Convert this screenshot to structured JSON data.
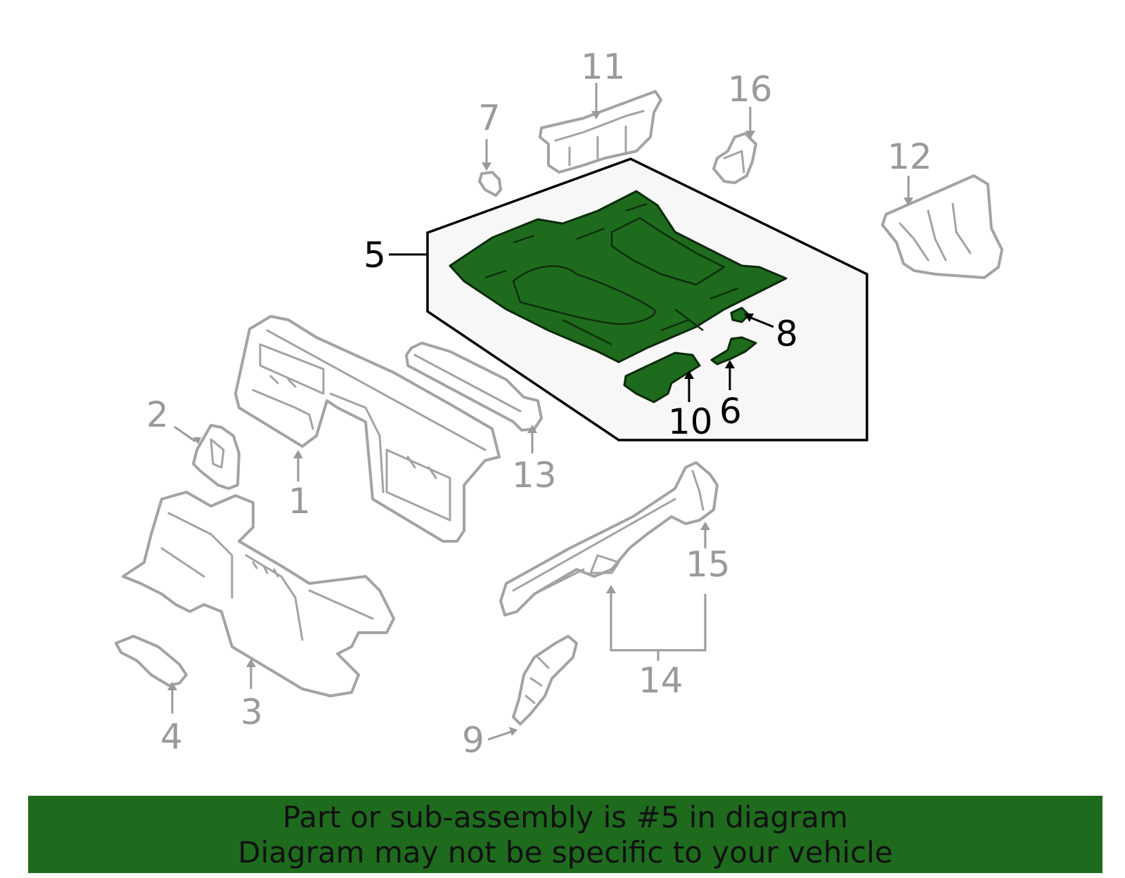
{
  "diagram": {
    "callouts": {
      "c1": "1",
      "c2": "2",
      "c3": "3",
      "c4": "4",
      "c5": "5",
      "c6": "6",
      "c7": "7",
      "c8": "8",
      "c9": "9",
      "c10": "10",
      "c11": "11",
      "c12": "12",
      "c13": "13",
      "c14": "14",
      "c15": "15",
      "c16": "16"
    },
    "highlighted_part": "5",
    "colors": {
      "highlight": "#1e6b1e",
      "muted": "#9a9a9a",
      "banner": "#1e6b1e"
    }
  },
  "banner": {
    "line1": "Part or sub-assembly is #5 in diagram",
    "line2": "Diagram may not be specific to your vehicle"
  }
}
